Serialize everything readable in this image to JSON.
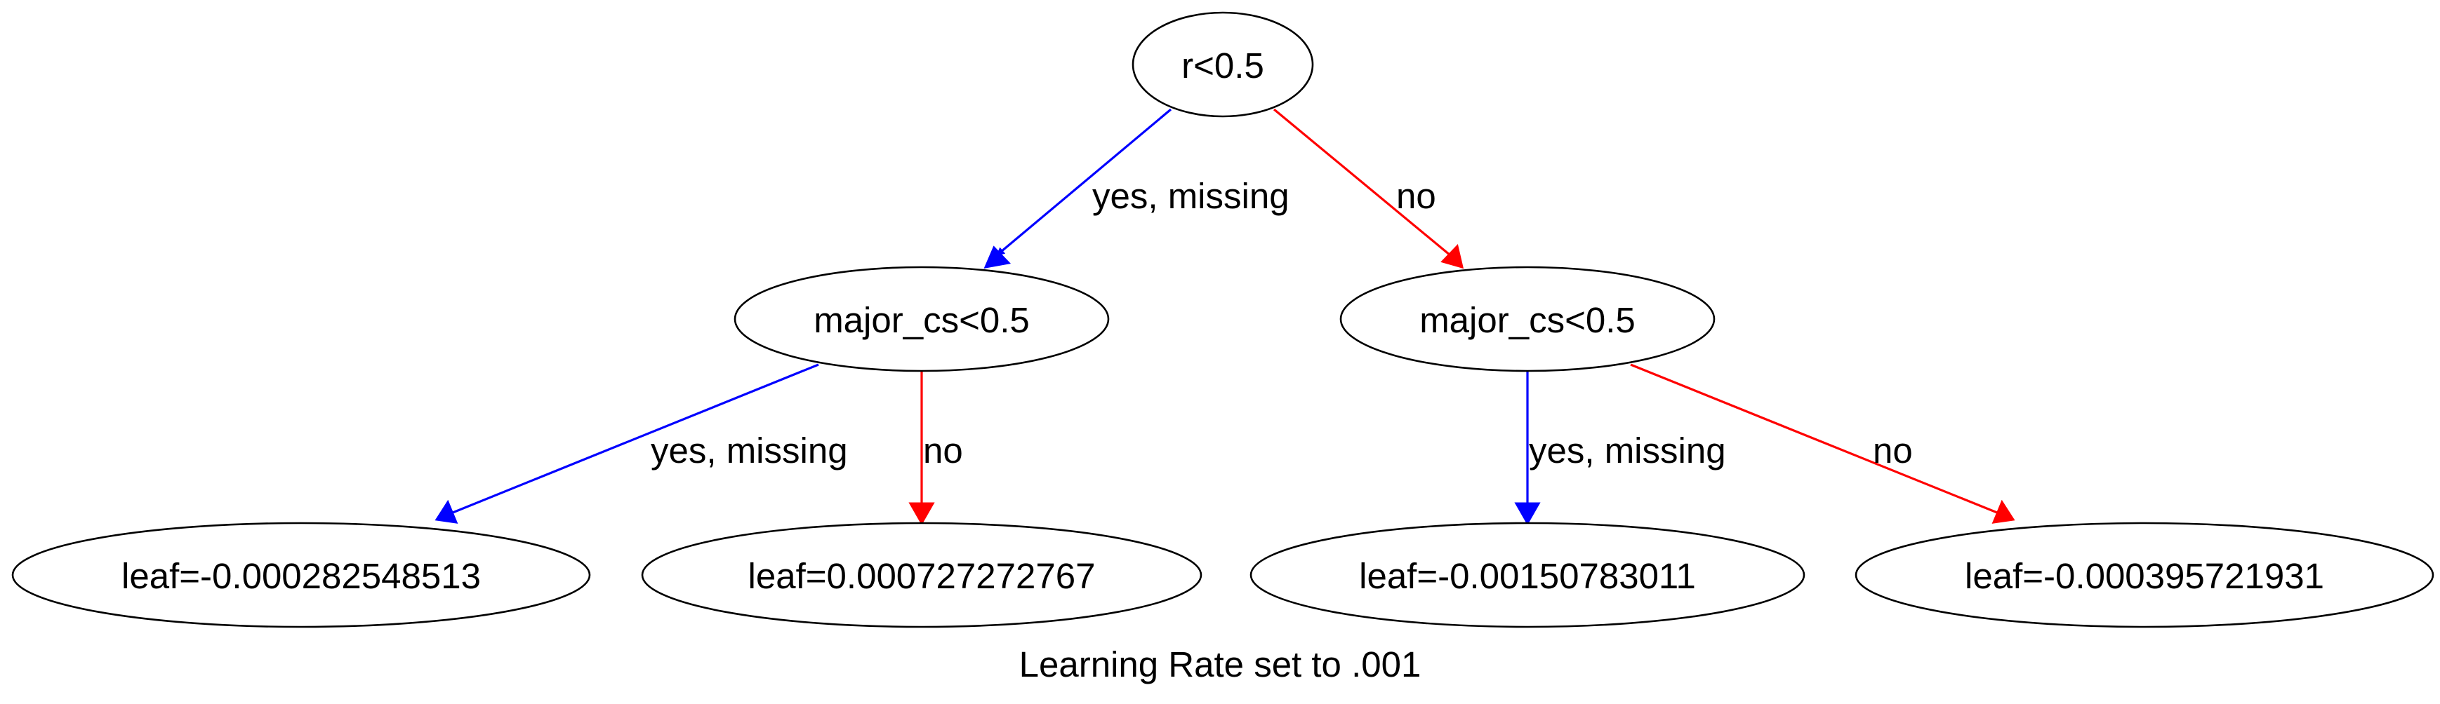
{
  "diagram": {
    "caption": "Learning Rate set to .001",
    "colors": {
      "yes_missing": "#0000ff",
      "no": "#ff0000",
      "node_stroke": "#000000",
      "background": "#ffffff"
    },
    "nodes": {
      "root": {
        "label": "r<0.5"
      },
      "left": {
        "label": "major_cs<0.5"
      },
      "right": {
        "label": "major_cs<0.5"
      },
      "leaf1": {
        "label": "leaf=-0.000282548513"
      },
      "leaf2": {
        "label": "leaf=0.000727272767"
      },
      "leaf3": {
        "label": "leaf=-0.00150783011"
      },
      "leaf4": {
        "label": "leaf=-0.000395721931"
      }
    },
    "edges": {
      "root_left": {
        "label": "yes, missing"
      },
      "root_right": {
        "label": "no"
      },
      "left_leaf1": {
        "label": "yes, missing"
      },
      "left_leaf2": {
        "label": "no"
      },
      "right_leaf3": {
        "label": "yes, missing"
      },
      "right_leaf4": {
        "label": "no"
      }
    }
  }
}
